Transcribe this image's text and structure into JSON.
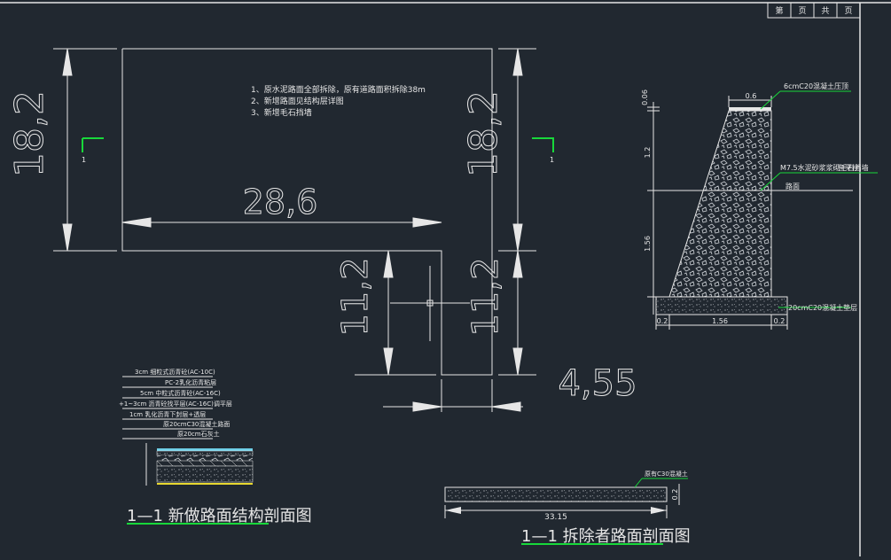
{
  "title_block": {
    "cell1": "第",
    "cell2": "页",
    "cell3": "共",
    "cell4": "页"
  },
  "plan": {
    "dim_left": "18,2",
    "dim_right": "18,2",
    "dim_width": "28,6",
    "dim_lower_left": "11,2",
    "dim_lower_right": "11,2",
    "dim_bottom": "4,55",
    "section_mark_left": "1",
    "section_mark_right": "1",
    "notes": [
      "1、原水泥路面全部拆除，原有道路面积拆除38m",
      "2、新增路面见结构层详图",
      "3、新增毛石挡墙"
    ]
  },
  "wall": {
    "top_width": "0.6",
    "dim_cap": "0.06",
    "dim_upper": "1.2",
    "dim_lower": "1.56",
    "base_left": "0.2",
    "base_mid": "1.56",
    "base_right": "0.2",
    "label_cap": "6cmC20混凝土压顶",
    "label_body": "M7.5水泥砂浆浆砌毛石挡墙",
    "label_level": "路面",
    "label_right": "台平柱",
    "label_base": "20cmC20混凝土垫层"
  },
  "pavement": {
    "layers": [
      "3cm 细粒式沥青砼(AC-10C)",
      "PC-2乳化沥青粘层",
      "5cm 中粒式沥青砼(AC-16C)",
      "+1~3cm 沥青砼找平层(AC-16C)调平层",
      "1cm 乳化沥青下封层+透层",
      "原20cmC30混凝土路面",
      "原20cm石灰土"
    ],
    "title": "1—1 新做路面结构剖面图"
  },
  "demolish": {
    "label": "原有C30混凝土",
    "dim_thickness": "0.2",
    "dim_length": "33.15",
    "title": "1—1 拆除者路面剖面图"
  }
}
